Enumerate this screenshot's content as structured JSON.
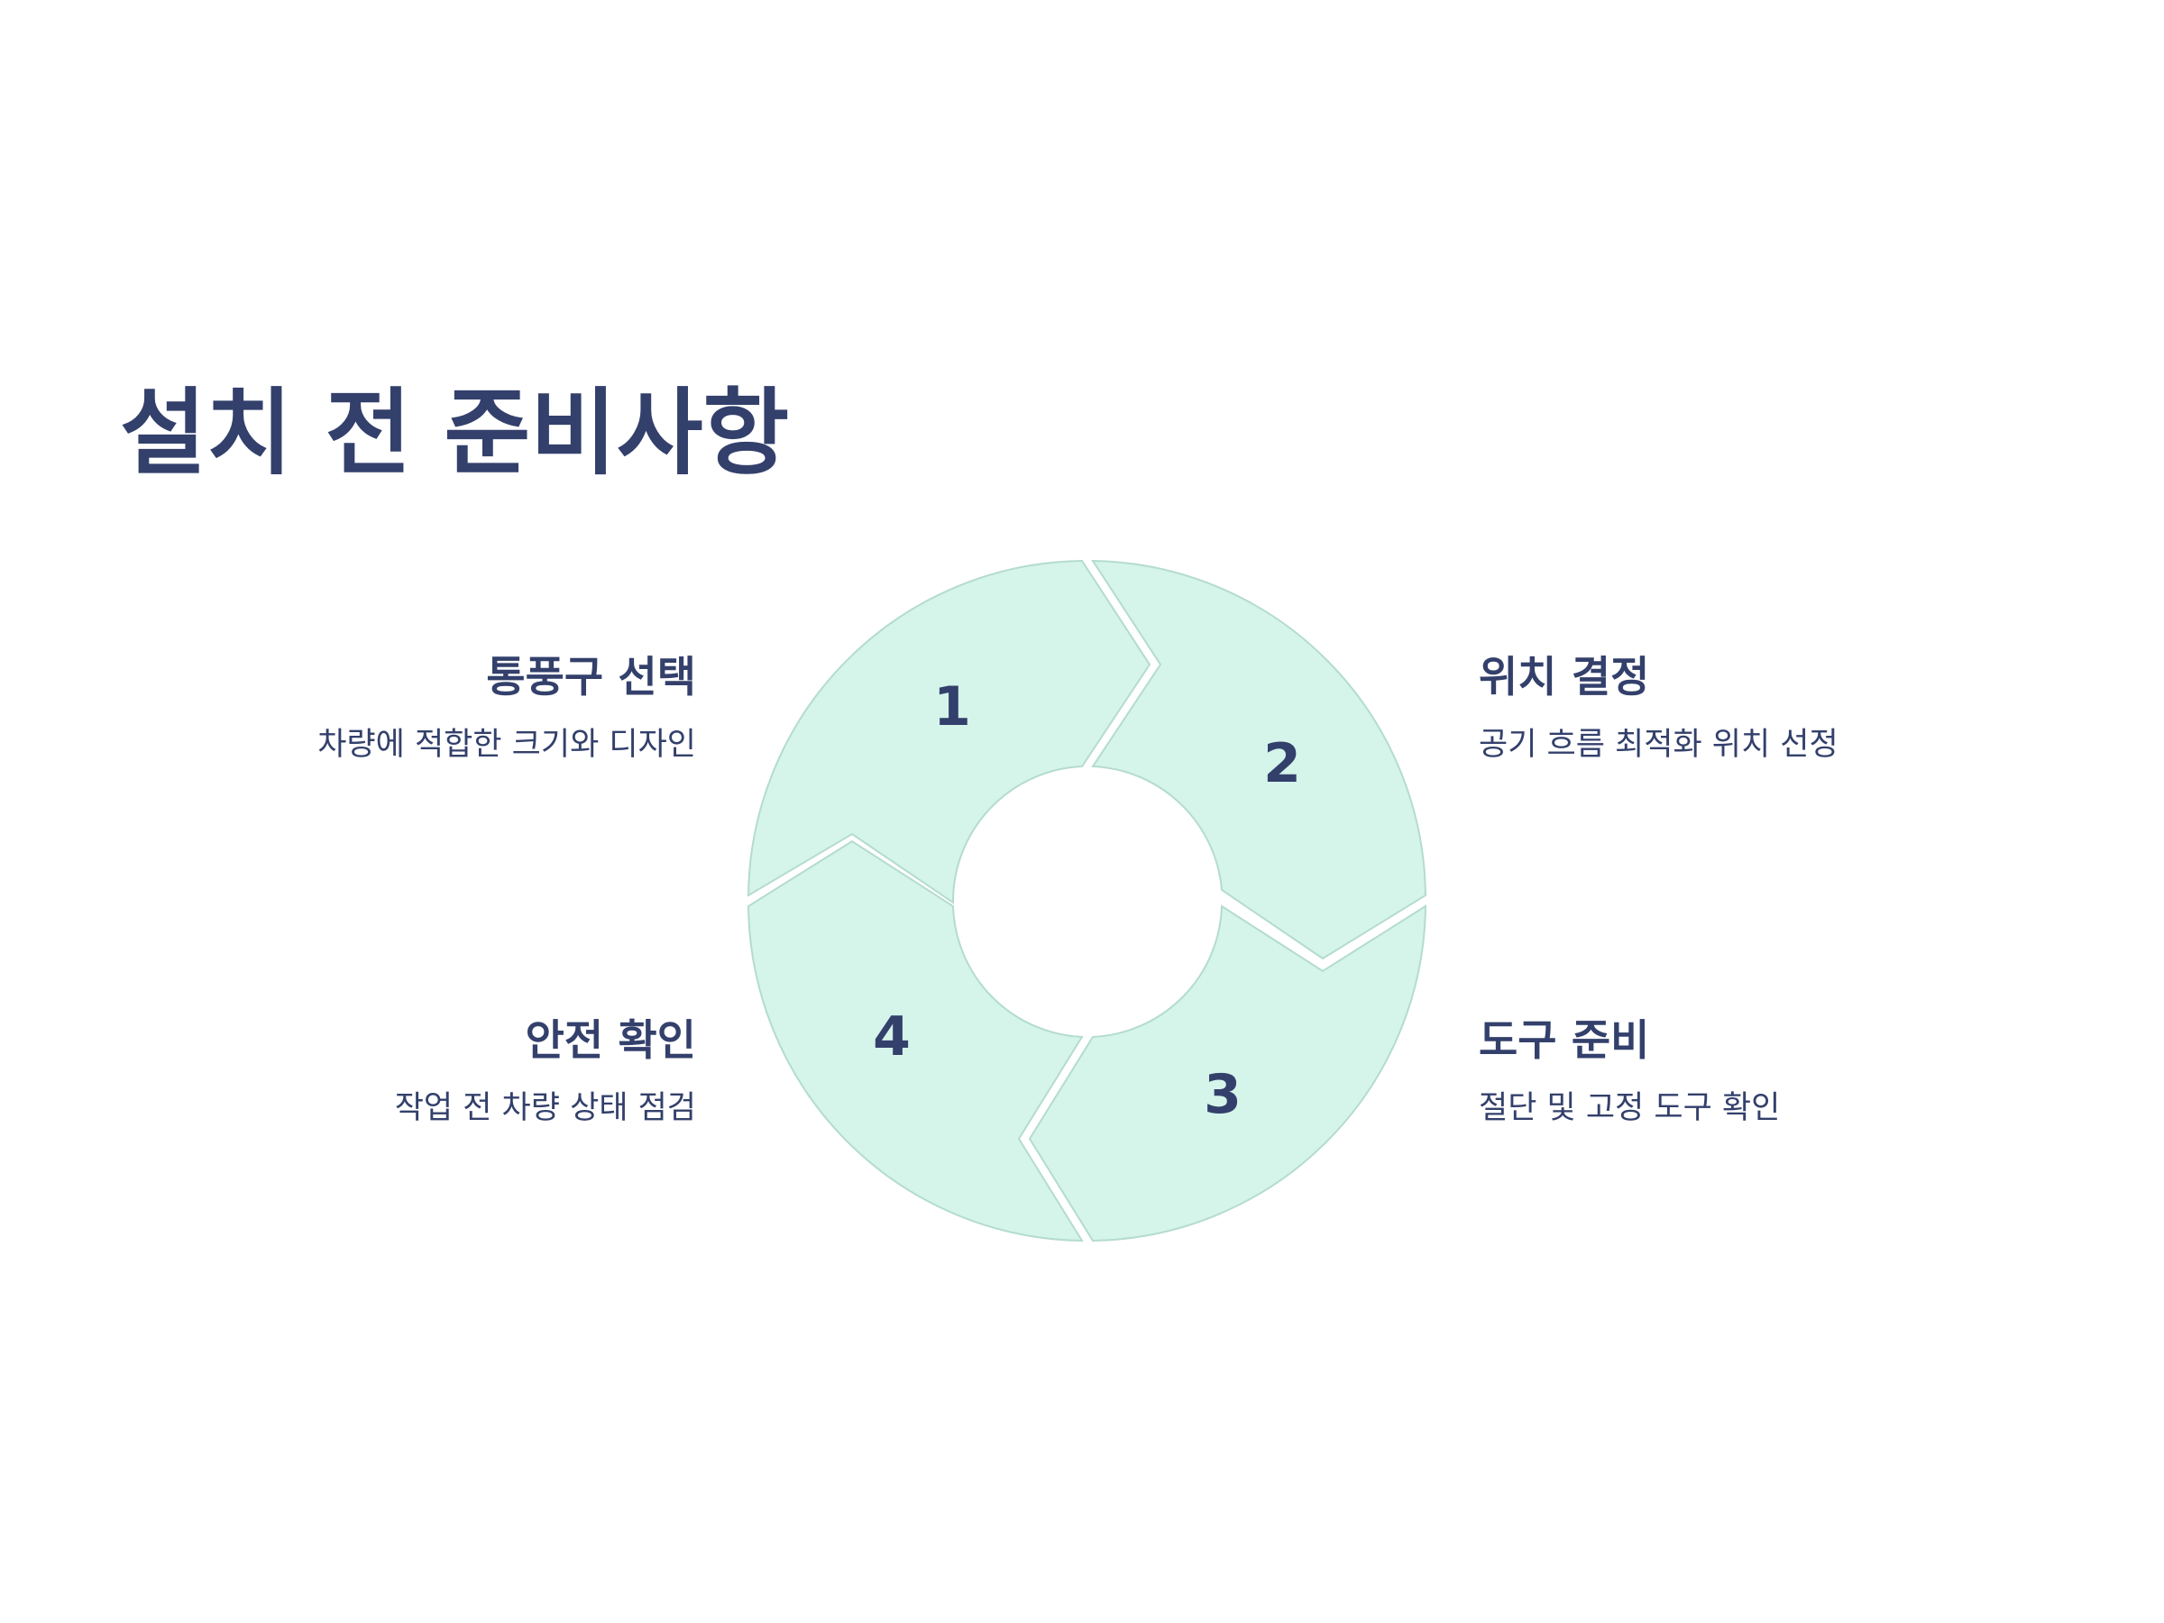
{
  "title": "설치 전 준비사항",
  "colors": {
    "segment_fill": "#d5f4ea",
    "segment_stroke": "#b4dccd",
    "text": "#33406b",
    "background": "#ffffff"
  },
  "steps": [
    {
      "number": "1",
      "title": "통풍구 선택",
      "description": "차량에 적합한 크기와 디자인"
    },
    {
      "number": "2",
      "title": "위치 결정",
      "description": "공기 흐름 최적화 위치 선정"
    },
    {
      "number": "3",
      "title": "도구 준비",
      "description": "절단 및 고정 도구 확인"
    },
    {
      "number": "4",
      "title": "안전 확인",
      "description": "작업 전 차량 상태 점검"
    }
  ]
}
